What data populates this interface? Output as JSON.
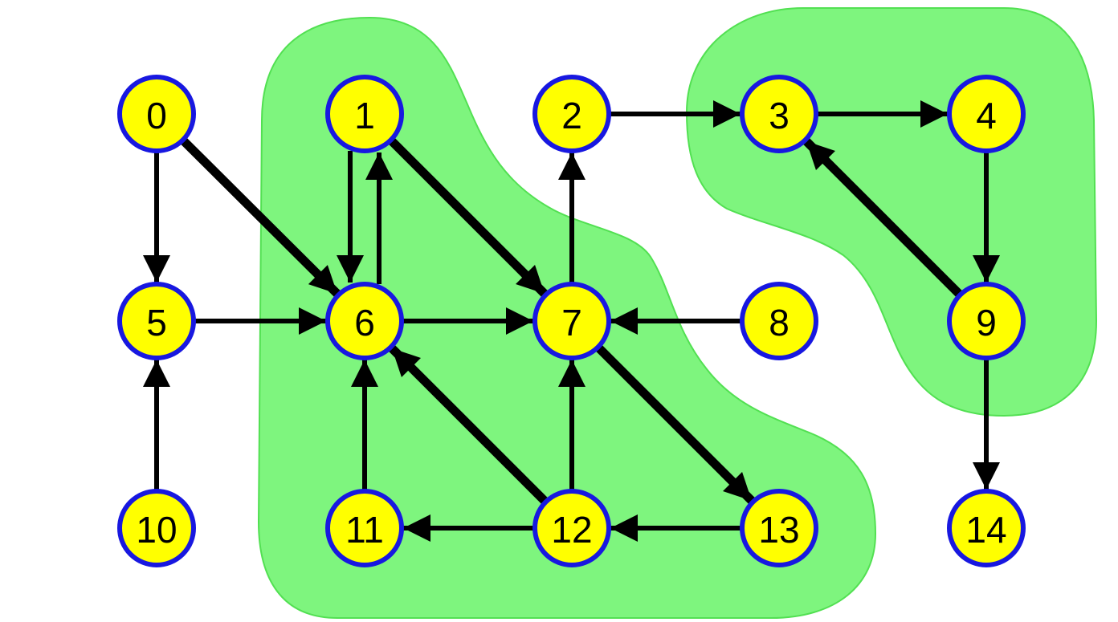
{
  "colors": {
    "background": "#ffffff",
    "region_fill": "#7ef57e",
    "region_stroke": "#52e052",
    "node_fill": "#ffff00",
    "node_stroke": "#1818e0",
    "edge": "#000000",
    "label": "#000000"
  },
  "nodes": [
    {
      "id": 0,
      "label": "0"
    },
    {
      "id": 1,
      "label": "1"
    },
    {
      "id": 2,
      "label": "2"
    },
    {
      "id": 3,
      "label": "3"
    },
    {
      "id": 4,
      "label": "4"
    },
    {
      "id": 5,
      "label": "5"
    },
    {
      "id": 6,
      "label": "6"
    },
    {
      "id": 7,
      "label": "7"
    },
    {
      "id": 8,
      "label": "8"
    },
    {
      "id": 9,
      "label": "9"
    },
    {
      "id": 10,
      "label": "10"
    },
    {
      "id": 11,
      "label": "11"
    },
    {
      "id": 12,
      "label": "12"
    },
    {
      "id": 13,
      "label": "13"
    },
    {
      "id": 14,
      "label": "14"
    }
  ],
  "edges": [
    {
      "from": 0,
      "to": 5
    },
    {
      "from": 0,
      "to": 6
    },
    {
      "from": 1,
      "to": 6
    },
    {
      "from": 6,
      "to": 1
    },
    {
      "from": 1,
      "to": 7
    },
    {
      "from": 2,
      "to": 3
    },
    {
      "from": 3,
      "to": 4
    },
    {
      "from": 4,
      "to": 9
    },
    {
      "from": 9,
      "to": 3
    },
    {
      "from": 5,
      "to": 6
    },
    {
      "from": 6,
      "to": 7
    },
    {
      "from": 7,
      "to": 2
    },
    {
      "from": 8,
      "to": 7
    },
    {
      "from": 7,
      "to": 13
    },
    {
      "from": 10,
      "to": 5
    },
    {
      "from": 11,
      "to": 6
    },
    {
      "from": 12,
      "to": 6
    },
    {
      "from": 12,
      "to": 7
    },
    {
      "from": 12,
      "to": 11
    },
    {
      "from": 13,
      "to": 12
    },
    {
      "from": 9,
      "to": 14
    }
  ],
  "components": [
    {
      "name": "component-1-6-7-11-12-13",
      "members": [
        1,
        6,
        7,
        11,
        12,
        13
      ]
    },
    {
      "name": "component-3-4-9",
      "members": [
        3,
        4,
        9
      ]
    }
  ]
}
